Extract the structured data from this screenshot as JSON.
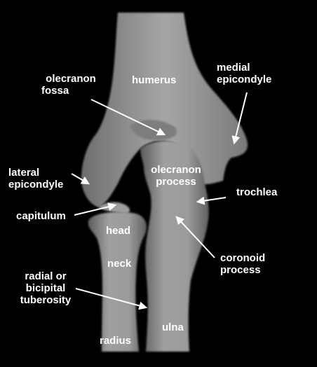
{
  "labels": {
    "olecranon_fossa": [
      "olecranon",
      "fossa"
    ],
    "humerus": "humerus",
    "medial_epicondyle": [
      "medial",
      "epicondyle"
    ],
    "lateral_epicondyle": [
      "lateral",
      "epicondyle"
    ],
    "olecranon_process": [
      "olecranon",
      "process"
    ],
    "trochlea": "trochlea",
    "capitulum": "capitulum",
    "head": "head",
    "neck": "neck",
    "coronoid_process": [
      "coronoid",
      "process"
    ],
    "radial_tuberosity": [
      "radial or",
      "bicipital",
      "tuberosity"
    ],
    "ulna": "ulna",
    "radius": "radius"
  },
  "colors": {
    "background": "#000000",
    "bone": "#8f8f8f",
    "bone_light": "#b4b4b4",
    "text": "#ffffff",
    "pointer": "#ffffff"
  }
}
